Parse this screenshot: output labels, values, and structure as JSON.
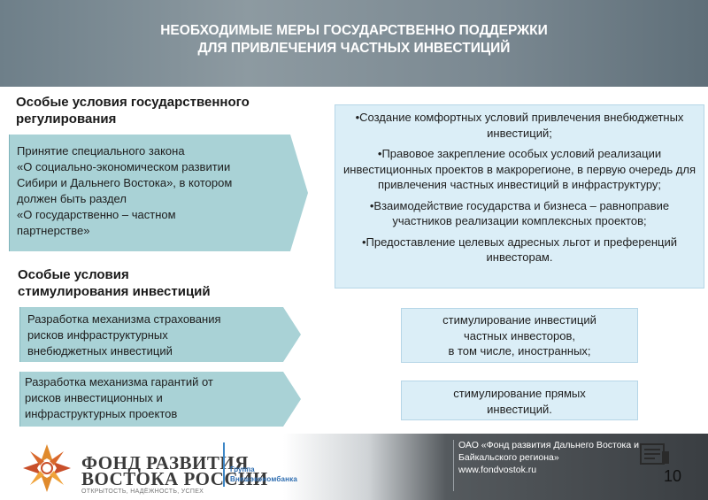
{
  "header": {
    "title_line1": "НЕОБХОДИМЫЕ МЕРЫ ГОСУДАРСТВЕННО ПОДДЕРЖКИ",
    "title_line2": "ДЛЯ ПРИВЛЕЧЕНИЯ ЧАСТНЫХ  ИНВЕСТИЦИЙ"
  },
  "section1": {
    "title_line1": "Особые условия государственного",
    "title_line2": "регулирования",
    "arrow_text": "Принятие специального закона\n«О социально-экономическом развитии\nСибири и Дальнего Востока», в котором\nдолжен быть раздел\n «О государственно – частном\nпартнерстве»"
  },
  "section2": {
    "title_line1": "Особые условия",
    "title_line2": "стимулирования инвестиций",
    "arrow1_text": "Разработка механизма страхования\nрисков инфраструктурных\nвнебюджетных инвестиций",
    "arrow2_text": "Разработка механизма гарантий от\nрисков инвестиционных и\nинфраструктурных проектов"
  },
  "right_box": {
    "items": [
      "•Создание комфортных условий привлечения внебюджетных инвестиций;",
      "•Правовое закрепление особых условий реализации инвестиционных проектов в макрорегионе, в первую очередь для привлечения частных инвестиций в инфраструктуру;",
      "•Взаимодействие государства и бизнеса – равноправие участников реализации комплексных проектов;",
      "•Предоставление целевых адресных льгот и преференций инвесторам."
    ]
  },
  "box_invest_private": "стимулирование инвестиций\nчастных инвесторов,\nв том числе, иностранных;",
  "box_invest_direct": "стимулирование прямых\nинвестиций.",
  "footer": {
    "logo_line1": "ФОНД РАЗВИТИЯ",
    "logo_line2": "ВОСТОКА РОССИИ",
    "logo_sub": "ОТКРЫТОСТЬ, НАДЁЖНОСТЬ, УСПЕХ",
    "group_line1": "Группа",
    "group_line2": "Внешэкономбанка",
    "company_text": "ОАО «Фонд развития Дальнего Востока и\nБайкальского региона»\nwww.fondvostok.ru",
    "page_number": "10"
  },
  "colors": {
    "arrow_fill": "#a9d2d6",
    "box_fill": "#dbeef7",
    "logo_orange": "#e08a2c",
    "accent_blue": "#2e6db0"
  }
}
